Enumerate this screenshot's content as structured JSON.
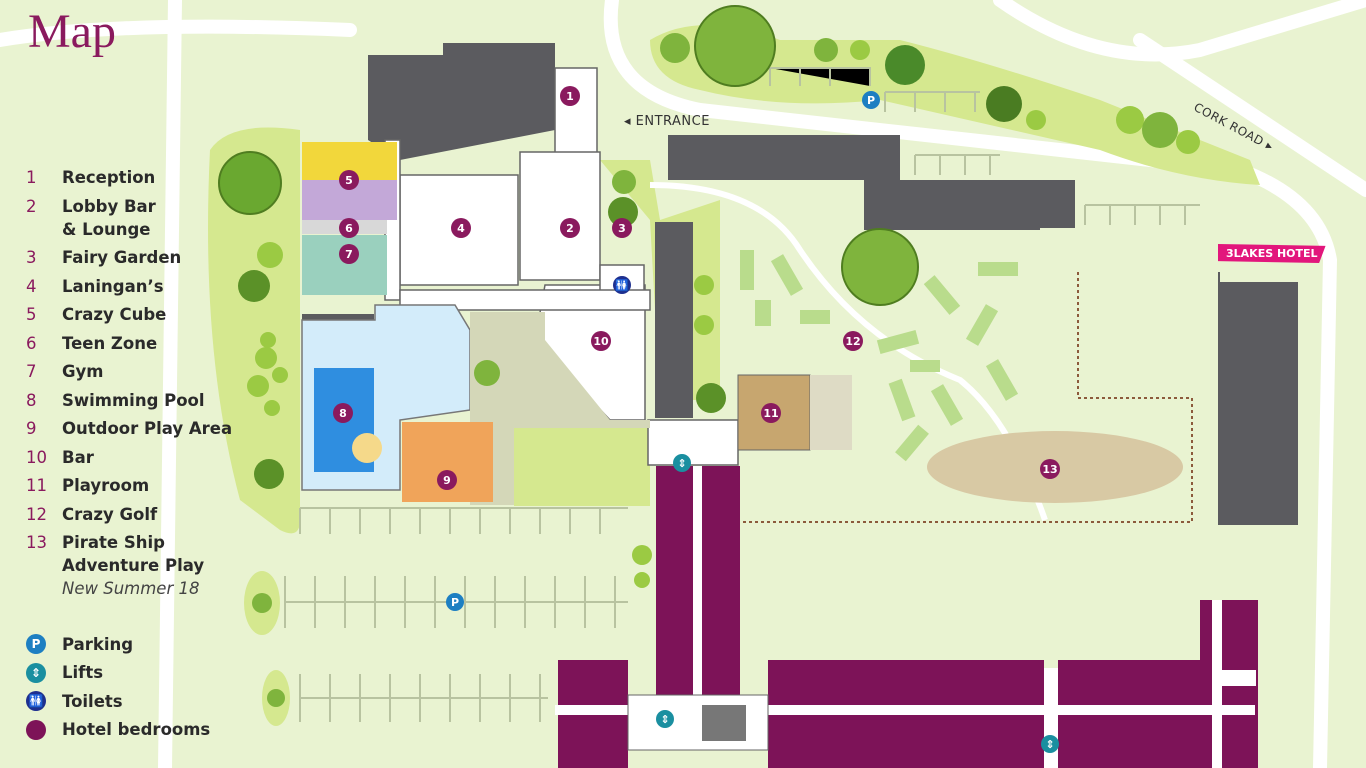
{
  "title": "Map",
  "colors": {
    "accent": "#8a1a5e",
    "parking": "#1d7fc2",
    "lifts": "#1a8fa0",
    "toilets": "#1e2f8f",
    "building": "#5b5b5f",
    "grass": "#e9f3d1",
    "brand": "#e2167c"
  },
  "legend": [
    {
      "num": "1",
      "label": "Reception"
    },
    {
      "num": "2",
      "label": "Lobby Bar\n& Lounge"
    },
    {
      "num": "3",
      "label": "Fairy Garden"
    },
    {
      "num": "4",
      "label": "Laningan’s"
    },
    {
      "num": "5",
      "label": "Crazy Cube"
    },
    {
      "num": "6",
      "label": "Teen Zone"
    },
    {
      "num": "7",
      "label": "Gym"
    },
    {
      "num": "8",
      "label": "Swimming Pool"
    },
    {
      "num": "9",
      "label": "Outdoor Play Area"
    },
    {
      "num": "10",
      "label": "Bar"
    },
    {
      "num": "11",
      "label": "Playroom"
    },
    {
      "num": "12",
      "label": "Crazy Golf"
    },
    {
      "num": "13",
      "label": "Pirate Ship\nAdventure Play",
      "note": "New Summer 18"
    }
  ],
  "key": [
    {
      "symbol": "P",
      "icon": "parking-icon",
      "label": "Parking"
    },
    {
      "symbol": "⇕",
      "icon": "lift-icon",
      "label": "Lifts"
    },
    {
      "symbol": "🚻",
      "icon": "toilet-icon",
      "label": "Toilets"
    },
    {
      "symbol": "",
      "icon": "bedroom-icon",
      "label": "Hotel bedrooms"
    }
  ],
  "labels": {
    "entrance": "◂ ENTRANCE",
    "road": "CORK ROAD ▸",
    "brand": "3LAKES HOTEL"
  },
  "markers": [
    "1",
    "2",
    "3",
    "4",
    "5",
    "6",
    "7",
    "8",
    "9",
    "10",
    "11",
    "12",
    "13"
  ]
}
